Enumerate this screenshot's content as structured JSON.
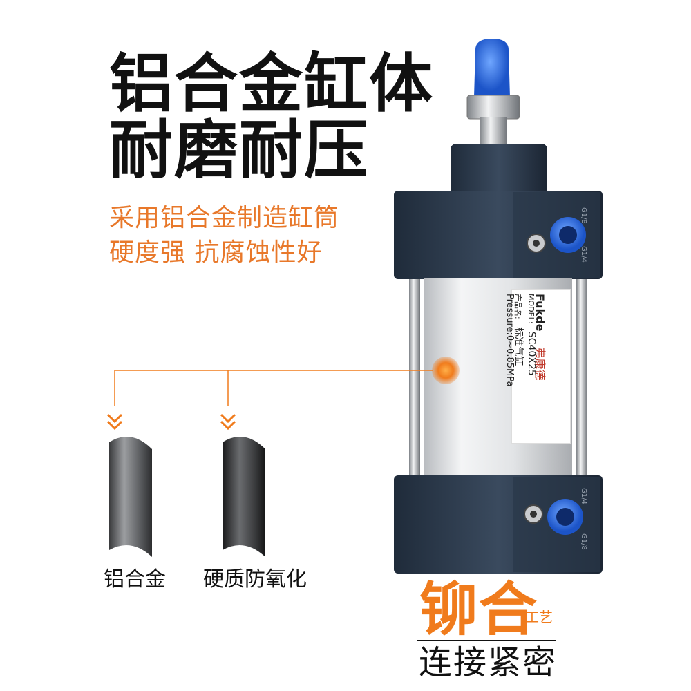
{
  "headline": {
    "line1": "铝合金缸体",
    "line2": "耐磨耐压"
  },
  "subtitle": {
    "line1": "采用铝合金制造缸筒",
    "line2": "硬度强  抗腐蚀性好"
  },
  "materials": {
    "left_caption": "铝合金",
    "right_caption": "硬质防氧化"
  },
  "process": {
    "big": "铆合",
    "small": "工艺",
    "tagline": "连接紧密"
  },
  "product_label": {
    "brand": "Fukde",
    "brand_cn": "弗康德",
    "model_label": "MODEL:",
    "model_value": "SC40X25",
    "name_label": "产品名:",
    "name_value": "标准气缸",
    "pressure": "Pressure:0~0.85MPa"
  },
  "port_labels": [
    "G1/8",
    "G1/4"
  ],
  "colors": {
    "accent": "#f07b1c",
    "subtitle": "#e8782a",
    "cap": "#2b3a4c",
    "fitting": "#2a6de0"
  }
}
